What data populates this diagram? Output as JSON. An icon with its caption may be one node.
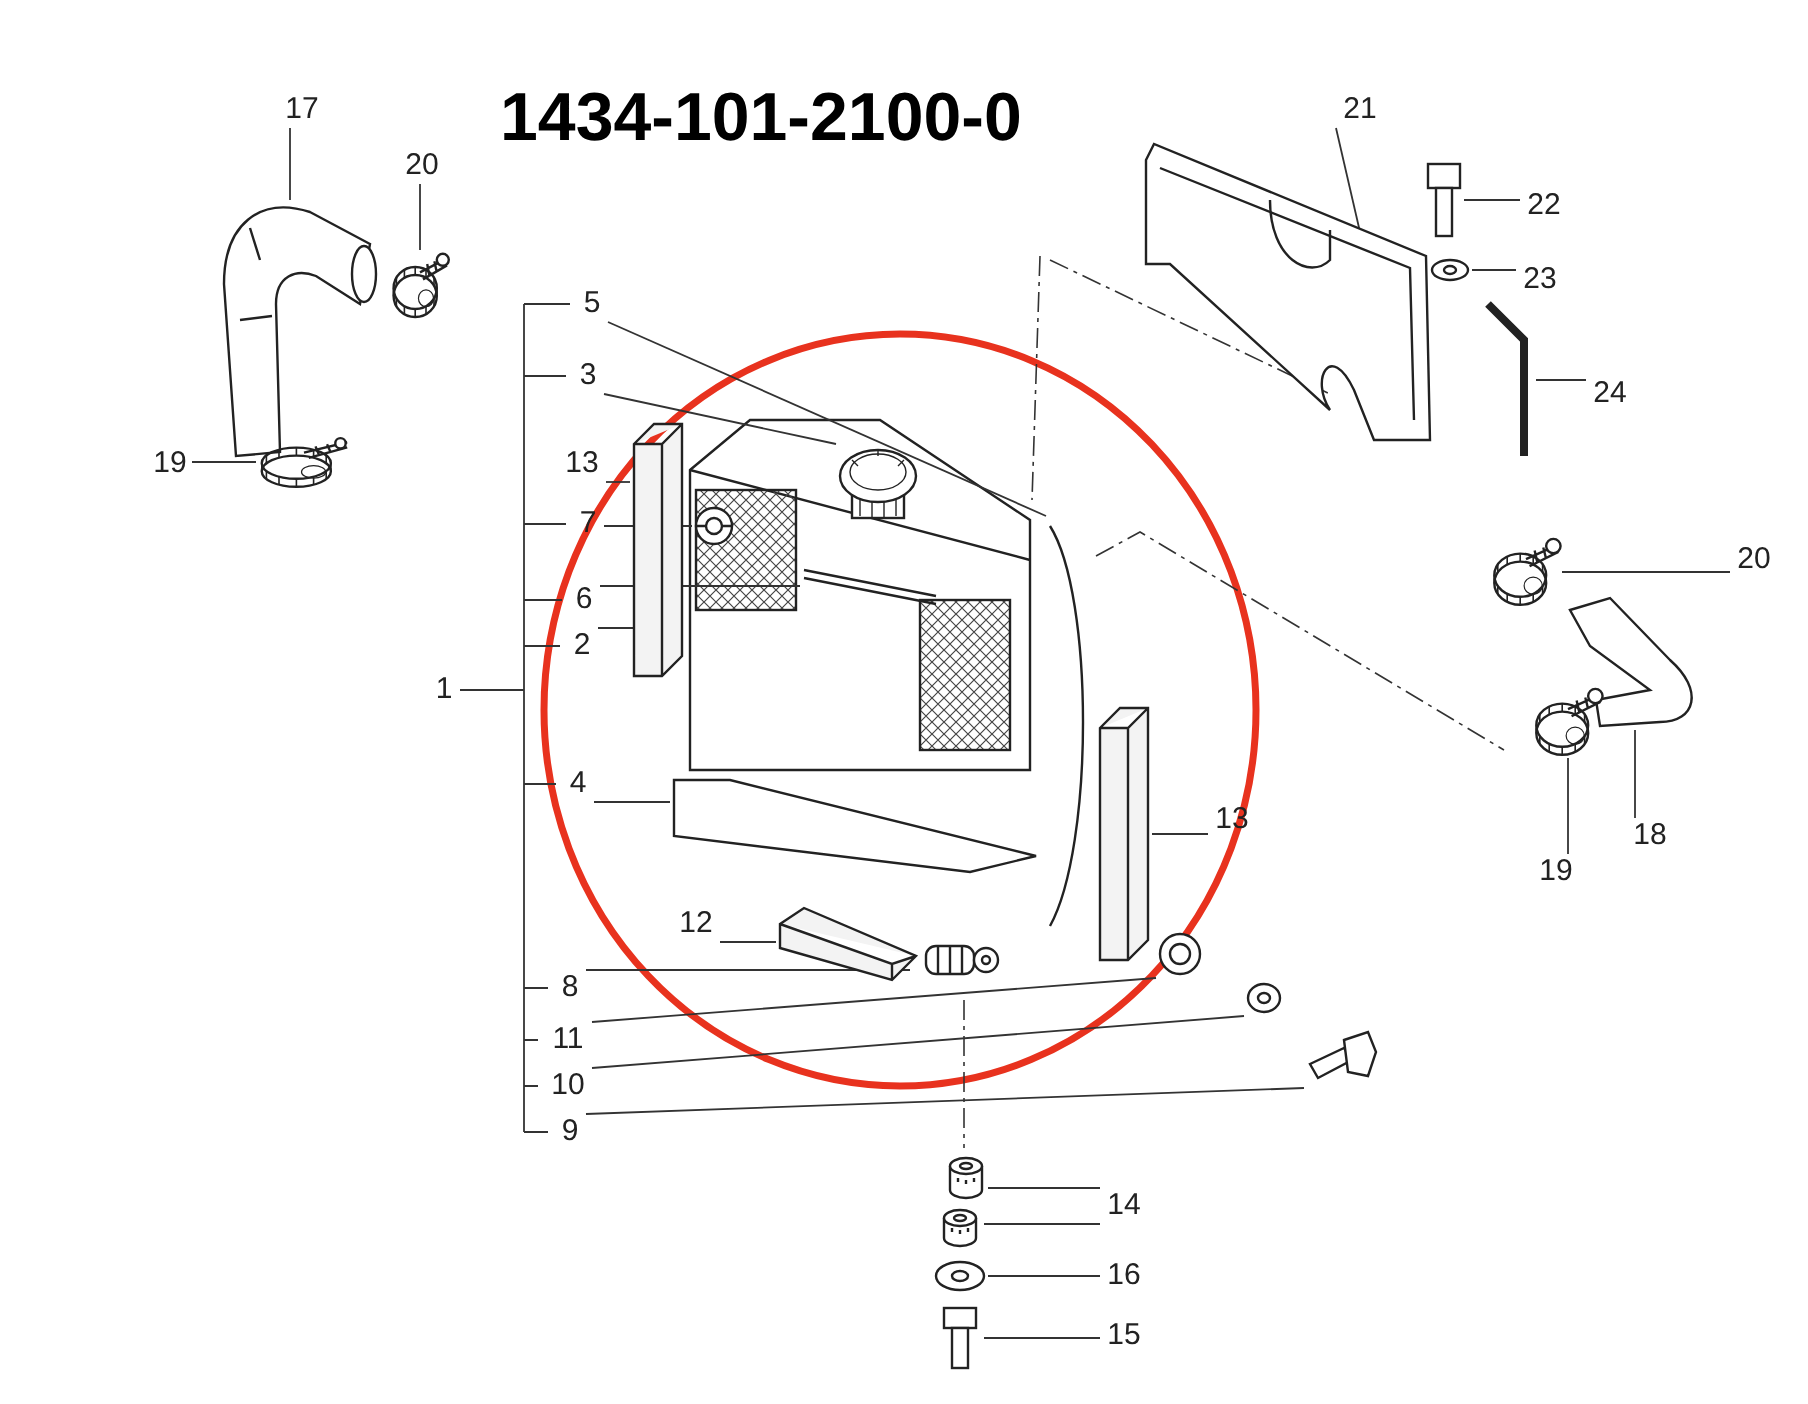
{
  "diagram": {
    "title": "1434-101-2100-0",
    "nodes": [
      {
        "text": [
          "17"
        ]
      },
      {
        "text": [
          "20"
        ]
      },
      {
        "text": [
          "19"
        ]
      },
      {
        "text": [
          "5"
        ]
      },
      {
        "text": [
          "3"
        ]
      },
      {
        "text": [
          "13"
        ]
      },
      {
        "text": [
          "7"
        ]
      },
      {
        "text": [
          "6"
        ]
      },
      {
        "text": [
          "2"
        ]
      },
      {
        "text": [
          "1"
        ]
      },
      {
        "text": [
          "4"
        ]
      },
      {
        "text": [
          "12"
        ]
      },
      {
        "text": [
          "13"
        ]
      },
      {
        "text": [
          "8"
        ]
      },
      {
        "text": [
          "11"
        ]
      },
      {
        "text": [
          "10"
        ]
      },
      {
        "text": [
          "9"
        ]
      },
      {
        "text": [
          "14"
        ]
      },
      {
        "text": [
          "16"
        ]
      },
      {
        "text": [
          "15"
        ]
      },
      {
        "text": [
          "21"
        ]
      },
      {
        "text": [
          "22"
        ]
      },
      {
        "text": [
          "23"
        ]
      },
      {
        "text": [
          "24"
        ]
      },
      {
        "text": [
          "20"
        ]
      },
      {
        "text": [
          "18"
        ]
      },
      {
        "text": [
          "19"
        ]
      },
      {
        "text": [],
        "shape": "picture"
      },
      {
        "text": [],
        "shape": "picture"
      },
      {
        "text": [],
        "shape": "picture"
      },
      {
        "text": [],
        "shape": "picture"
      },
      {
        "text": [],
        "shape": "picture",
        "in": 35
      },
      {
        "text": [],
        "shape": "picture"
      },
      {
        "text": [],
        "shape": "picture",
        "in": 35
      },
      {
        "text": [],
        "shape": "picture",
        "in": 35
      },
      {
        "text": [],
        "shape": "picture"
      },
      {
        "text": [],
        "shape": "picture"
      },
      {
        "text": [],
        "shape": "picture"
      },
      {
        "text": [],
        "shape": "picture"
      },
      {
        "text": [],
        "shape": "picture"
      },
      {
        "text": [],
        "shape": "picture"
      },
      {
        "text": [],
        "shape": "picture"
      },
      {
        "text": [],
        "shape": "picture"
      },
      {
        "text": [],
        "shape": "picture"
      },
      {
        "text": [],
        "shape": "picture"
      },
      {
        "text": [],
        "shape": "picture"
      },
      {
        "text": [],
        "shape": "picture"
      },
      {
        "text": [],
        "shape": "picture"
      },
      {
        "text": [],
        "shape": "picture"
      },
      {
        "text": [],
        "shape": "picture"
      },
      {
        "text": [],
        "shape": "picture"
      },
      {
        "text": [],
        "shape": "picture"
      },
      {
        "text": [],
        "shape": "picture"
      },
      {
        "text": [],
        "shape": "picture"
      }
    ],
    "edges": [
      {
        "from": 0,
        "to": 27,
        "arrow": "none"
      },
      {
        "from": 1,
        "to": 28,
        "arrow": "none"
      },
      {
        "from": 2,
        "to": 29,
        "arrow": "none"
      },
      {
        "from": 3,
        "to": 30,
        "arrow": "none"
      },
      {
        "from": 4,
        "to": 31,
        "arrow": "none"
      },
      {
        "from": 5,
        "to": 32,
        "arrow": "none"
      },
      {
        "from": 6,
        "to": 33,
        "arrow": "none"
      },
      {
        "from": 7,
        "to": 34,
        "arrow": "none"
      },
      {
        "from": 8,
        "to": 35,
        "arrow": "none"
      },
      {
        "from": 9,
        "to": null,
        "arrow": "none"
      },
      {
        "from": 10,
        "to": 36,
        "arrow": "none"
      },
      {
        "from": 11,
        "to": 37,
        "arrow": "none"
      },
      {
        "from": 12,
        "to": 38,
        "arrow": "none"
      },
      {
        "from": 13,
        "to": 39,
        "arrow": "none"
      },
      {
        "from": 14,
        "to": 40,
        "arrow": "none"
      },
      {
        "from": 15,
        "to": 41,
        "arrow": "none"
      },
      {
        "from": 16,
        "to": 42,
        "arrow": "none"
      },
      {
        "from": 17,
        "to": 43,
        "arrow": "none"
      },
      {
        "from": 17,
        "to": 44,
        "arrow": "none"
      },
      {
        "from": 18,
        "to": 45,
        "arrow": "none"
      },
      {
        "from": 19,
        "to": 46,
        "arrow": "none"
      },
      {
        "from": 20,
        "to": 47,
        "arrow": "none"
      },
      {
        "from": 21,
        "to": 48,
        "arrow": "none"
      },
      {
        "from": 22,
        "to": 49,
        "arrow": "none"
      },
      {
        "from": 23,
        "to": 50,
        "arrow": "none"
      },
      {
        "from": 24,
        "to": 51,
        "arrow": "none"
      },
      {
        "from": 25,
        "to": 52,
        "arrow": "none"
      },
      {
        "from": 26,
        "to": 53,
        "arrow": "none"
      }
    ]
  }
}
